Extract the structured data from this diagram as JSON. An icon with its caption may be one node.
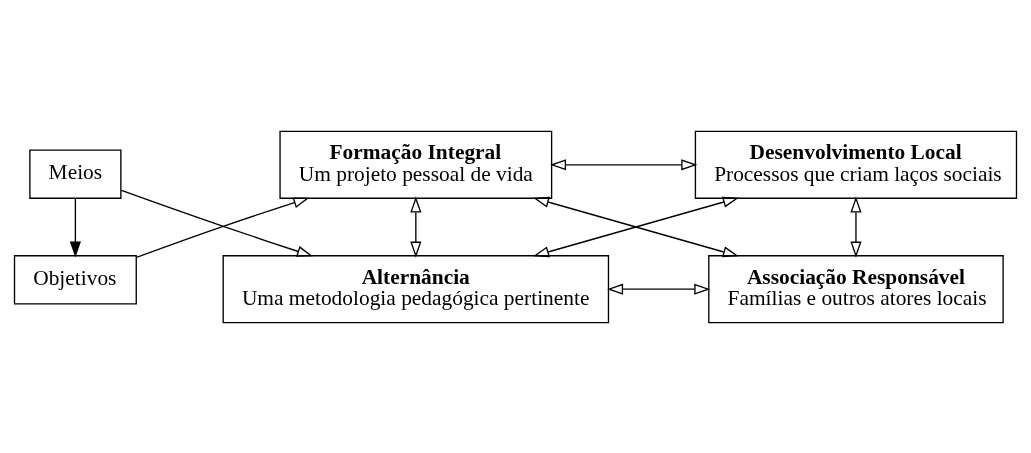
{
  "diagram": {
    "nodes": [
      {
        "text": [
          "Objetivos"
        ]
      },
      {
        "text": [
          "Formação Integral",
          "Um projeto pessoal de vida"
        ]
      },
      {
        "text": [
          "Desenvolvimento Local",
          "Processos que criam laços sociais"
        ]
      },
      {
        "text": [
          "Meios"
        ]
      },
      {
        "text": [
          "Alternância",
          "Uma metodologia pedagógica pertinente"
        ]
      },
      {
        "text": [
          "Associação Responsável",
          "Famílias e outros atores locais"
        ]
      }
    ],
    "edges": [
      {
        "from": 3,
        "to": 0,
        "arrow": "to"
      },
      {
        "from": 0,
        "to": 1,
        "arrow": "to"
      },
      {
        "from": 3,
        "to": 4,
        "arrow": "to"
      },
      {
        "from": 1,
        "to": 2,
        "arrow": "both"
      },
      {
        "from": 1,
        "to": 4,
        "arrow": "both"
      },
      {
        "from": 2,
        "to": 5,
        "arrow": "both"
      },
      {
        "from": 4,
        "to": 5,
        "arrow": "both"
      },
      {
        "from": 4,
        "to": 2,
        "arrow": "both"
      },
      {
        "from": 1,
        "to": 5,
        "arrow": "both"
      }
    ]
  }
}
